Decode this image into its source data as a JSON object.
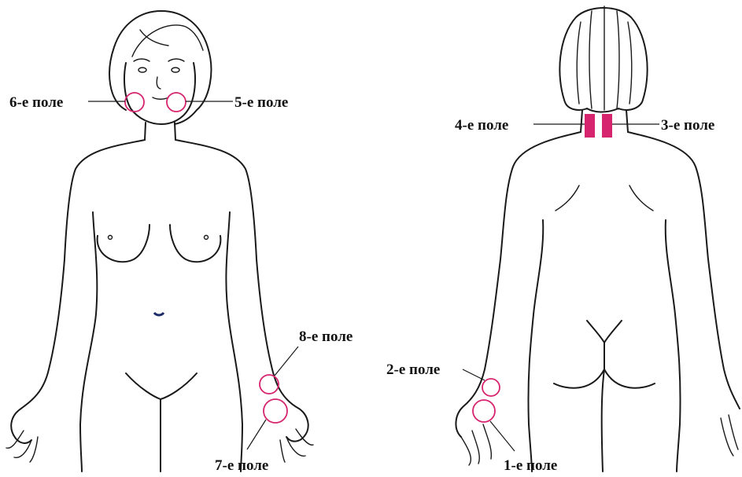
{
  "colors": {
    "marker": "#d6246e",
    "outline": "#1a1a1a",
    "navel": "#1c2a6a"
  },
  "views": {
    "front": {
      "icon": "female-figure-front"
    },
    "back": {
      "icon": "female-figure-back"
    }
  },
  "fields": {
    "f1": {
      "label": "1-е поле",
      "shape": "circle"
    },
    "f2": {
      "label": "2-е поле",
      "shape": "circle"
    },
    "f3": {
      "label": "3-е поле",
      "shape": "rectangle"
    },
    "f4": {
      "label": "4-е поле",
      "shape": "rectangle"
    },
    "f5": {
      "label": "5-е поле",
      "shape": "circle"
    },
    "f6": {
      "label": "6-е поле",
      "shape": "circle"
    },
    "f7": {
      "label": "7-е поле",
      "shape": "circle"
    },
    "f8": {
      "label": "8-е поле",
      "shape": "circle"
    }
  }
}
